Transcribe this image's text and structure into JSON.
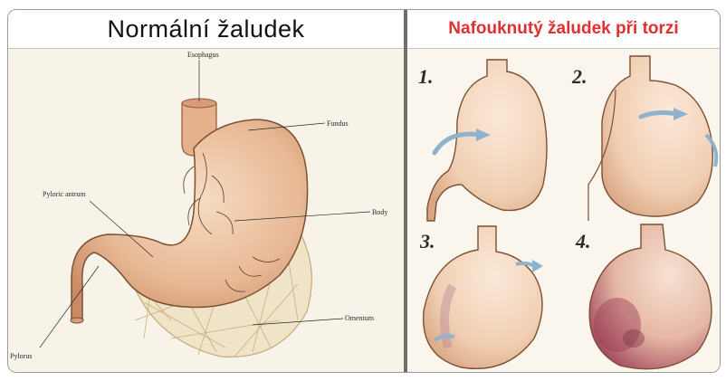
{
  "titles": {
    "left": "Normální žaludek",
    "right": "Nafouknutý žaludek při torzi"
  },
  "normal_stomach_labels": {
    "esophagus": "Esophagus",
    "fundus": "Fundus",
    "pyloric_antrum": "Pyloric antrum",
    "body": "Body",
    "omentum": "Omentum",
    "pylorus": "Pylorus"
  },
  "torsion_steps": [
    "1.",
    "2.",
    "3.",
    "4."
  ],
  "colors": {
    "title_right": "#e03030",
    "divider": "#6f6f6f",
    "stomach_fill": "#e8b995",
    "arrow": "#8fb3cf"
  }
}
